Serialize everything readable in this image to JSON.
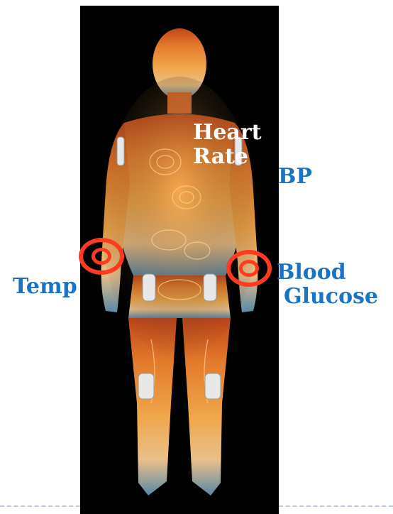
{
  "labels": {
    "heart_rate": [
      "Heart",
      "Rate"
    ],
    "bp": "BP",
    "temp": "Temp",
    "blood_glucose": [
      "Blood",
      "Glucose"
    ]
  },
  "colors": {
    "label_blue": "#1a73c4",
    "label_white": "#ffffff",
    "marker_red": "#ff3b1f",
    "background_black": "#000000",
    "body_orange": "#e07a2a"
  },
  "icons": {
    "figure": "human-body-illustration",
    "markers": [
      "sensor-ring-marker",
      "sensor-ring-marker"
    ]
  }
}
